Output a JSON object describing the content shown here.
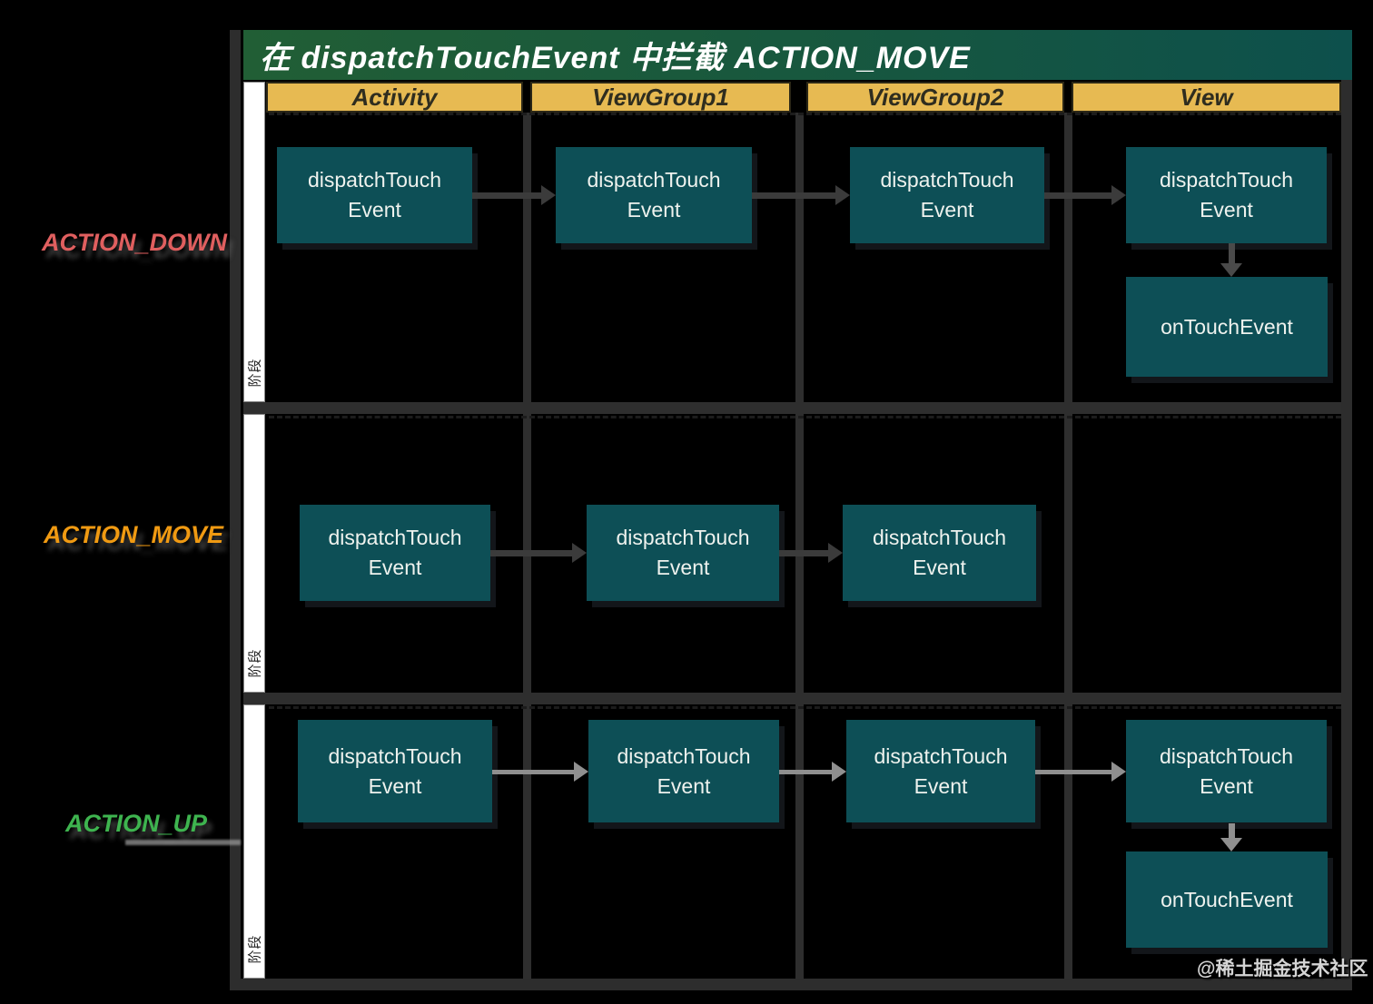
{
  "title": "在 dispatchTouchEvent 中拦截 ACTION_MOVE",
  "columns": [
    "Activity",
    "ViewGroup1",
    "ViewGroup2",
    "View"
  ],
  "phase_label": "阶段",
  "sections": [
    {
      "label": "ACTION_DOWN",
      "label_color": "#e05f5f",
      "boxes": [
        "dispatchTouch\nEvent",
        "dispatchTouch\nEvent",
        "dispatchTouch\nEvent",
        "dispatchTouch\nEvent"
      ],
      "extra_box": "onTouchEvent"
    },
    {
      "label": "ACTION_MOVE",
      "label_color": "#f09a12",
      "boxes": [
        "dispatchTouch\nEvent",
        "dispatchTouch\nEvent",
        "dispatchTouch\nEvent"
      ]
    },
    {
      "label": "ACTION_UP",
      "label_color": "#3eb44f",
      "boxes": [
        "dispatchTouch\nEvent",
        "dispatchTouch\nEvent",
        "dispatchTouch\nEvent",
        "dispatchTouch\nEvent"
      ],
      "extra_box": "onTouchEvent"
    }
  ],
  "watermark": "@稀土掘金技术社区",
  "colors": {
    "title_bar_left": "#215e35",
    "title_bar_right": "#0d504c",
    "header_bg": "#e7ba52",
    "node_bg": "#0d4f56",
    "arrow_dark": "#3b3b3b",
    "arrow_light": "#8f8f8f",
    "action_down": "#e05f5f",
    "action_move": "#f09a12",
    "action_up": "#3eb44f"
  }
}
